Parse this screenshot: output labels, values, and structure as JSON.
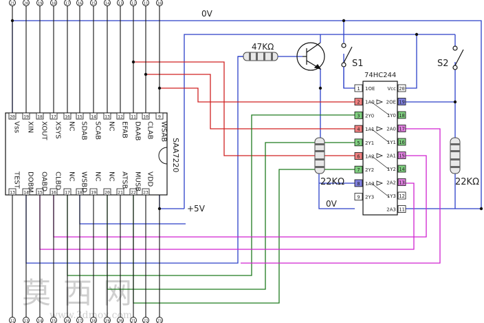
{
  "colors": {
    "blue": "#2a3fc8",
    "red": "#d02020",
    "green": "#1e7a1e",
    "magenta": "#d020d0",
    "black": "#111111",
    "pin_fill_red": "#f08080",
    "pin_fill_green": "#80d080",
    "pin_fill_magenta": "#e080e0",
    "pin_fill_blue": "#8080e0"
  },
  "rails": {
    "zero_v_top": "0V",
    "zero_v_bottom": "0V",
    "plus_5v": "+5V"
  },
  "saa7220": {
    "name": "SAA7220",
    "top_pins": [
      {
        "num": "20",
        "label": "Vss"
      },
      {
        "num": "19",
        "label": "XIN"
      },
      {
        "num": "18",
        "label": "XOUT"
      },
      {
        "num": "17",
        "label": "XSYS"
      },
      {
        "num": "16",
        "label": "NC"
      },
      {
        "num": "15",
        "label": "SDAB"
      },
      {
        "num": "14",
        "label": "SCAB"
      },
      {
        "num": "13",
        "label": "NC"
      },
      {
        "num": "12",
        "label": "EFAB"
      },
      {
        "num": "11",
        "label": "DAAB"
      },
      {
        "num": "10",
        "label": "CLAB"
      },
      {
        "num": "9",
        "label": "WSAB"
      }
    ],
    "bottom_pins": [
      {
        "num": "13",
        "label": "TEST"
      },
      {
        "num": "14",
        "label": "DOBM"
      },
      {
        "num": "15",
        "label": "OABD"
      },
      {
        "num": "16",
        "label": "CLBD"
      },
      {
        "num": "17",
        "label": "NC"
      },
      {
        "num": "18",
        "label": "WSBD"
      },
      {
        "num": "19",
        "label": "NC"
      },
      {
        "num": "20",
        "label": "NC"
      },
      {
        "num": "21",
        "label": "ATSB"
      },
      {
        "num": "22",
        "label": "MUSB"
      },
      {
        "num": "23",
        "label": "VDD"
      }
    ],
    "outer_top_nums": [
      "21",
      "20",
      "19",
      "18",
      "17",
      "16",
      "15",
      "14",
      "13",
      "12",
      "11",
      "10"
    ],
    "outer_bottom_nums": [
      "12",
      "13",
      "14",
      "15",
      "16",
      "17",
      "18",
      "19",
      "20",
      "21",
      "22",
      "23"
    ]
  },
  "hc244": {
    "name": "74HC244",
    "left_pins": [
      {
        "num": "1",
        "label": "1OE"
      },
      {
        "num": "2",
        "label": "1A0"
      },
      {
        "num": "3",
        "label": "2Y0"
      },
      {
        "num": "4",
        "label": "1A1"
      },
      {
        "num": "5",
        "label": "2Y1"
      },
      {
        "num": "6",
        "label": "1A2"
      },
      {
        "num": "7",
        "label": "2Y2"
      },
      {
        "num": "8",
        "label": "1A3"
      },
      {
        "num": "9",
        "label": "2Y3"
      }
    ],
    "right_pins": [
      {
        "num": "20",
        "label": "Vcc"
      },
      {
        "num": "19",
        "label": "2OE"
      },
      {
        "num": "18",
        "label": "1Y0"
      },
      {
        "num": "17",
        "label": "2A0"
      },
      {
        "num": "16",
        "label": "1Y1"
      },
      {
        "num": "15",
        "label": "2A1"
      },
      {
        "num": "14",
        "label": "1Y2"
      },
      {
        "num": "13",
        "label": "2A2"
      },
      {
        "num": "12",
        "label": "1Y3"
      },
      {
        "num": "11",
        "label": "2A3"
      }
    ]
  },
  "components": {
    "r_top": "47KΩ",
    "r_left": "22KΩ",
    "r_right": "22KΩ",
    "s1": "S1",
    "s2": "S2"
  },
  "watermark": {
    "chars": [
      "莫",
      "西",
      "网"
    ],
    "url": "www.3dmox.com"
  }
}
